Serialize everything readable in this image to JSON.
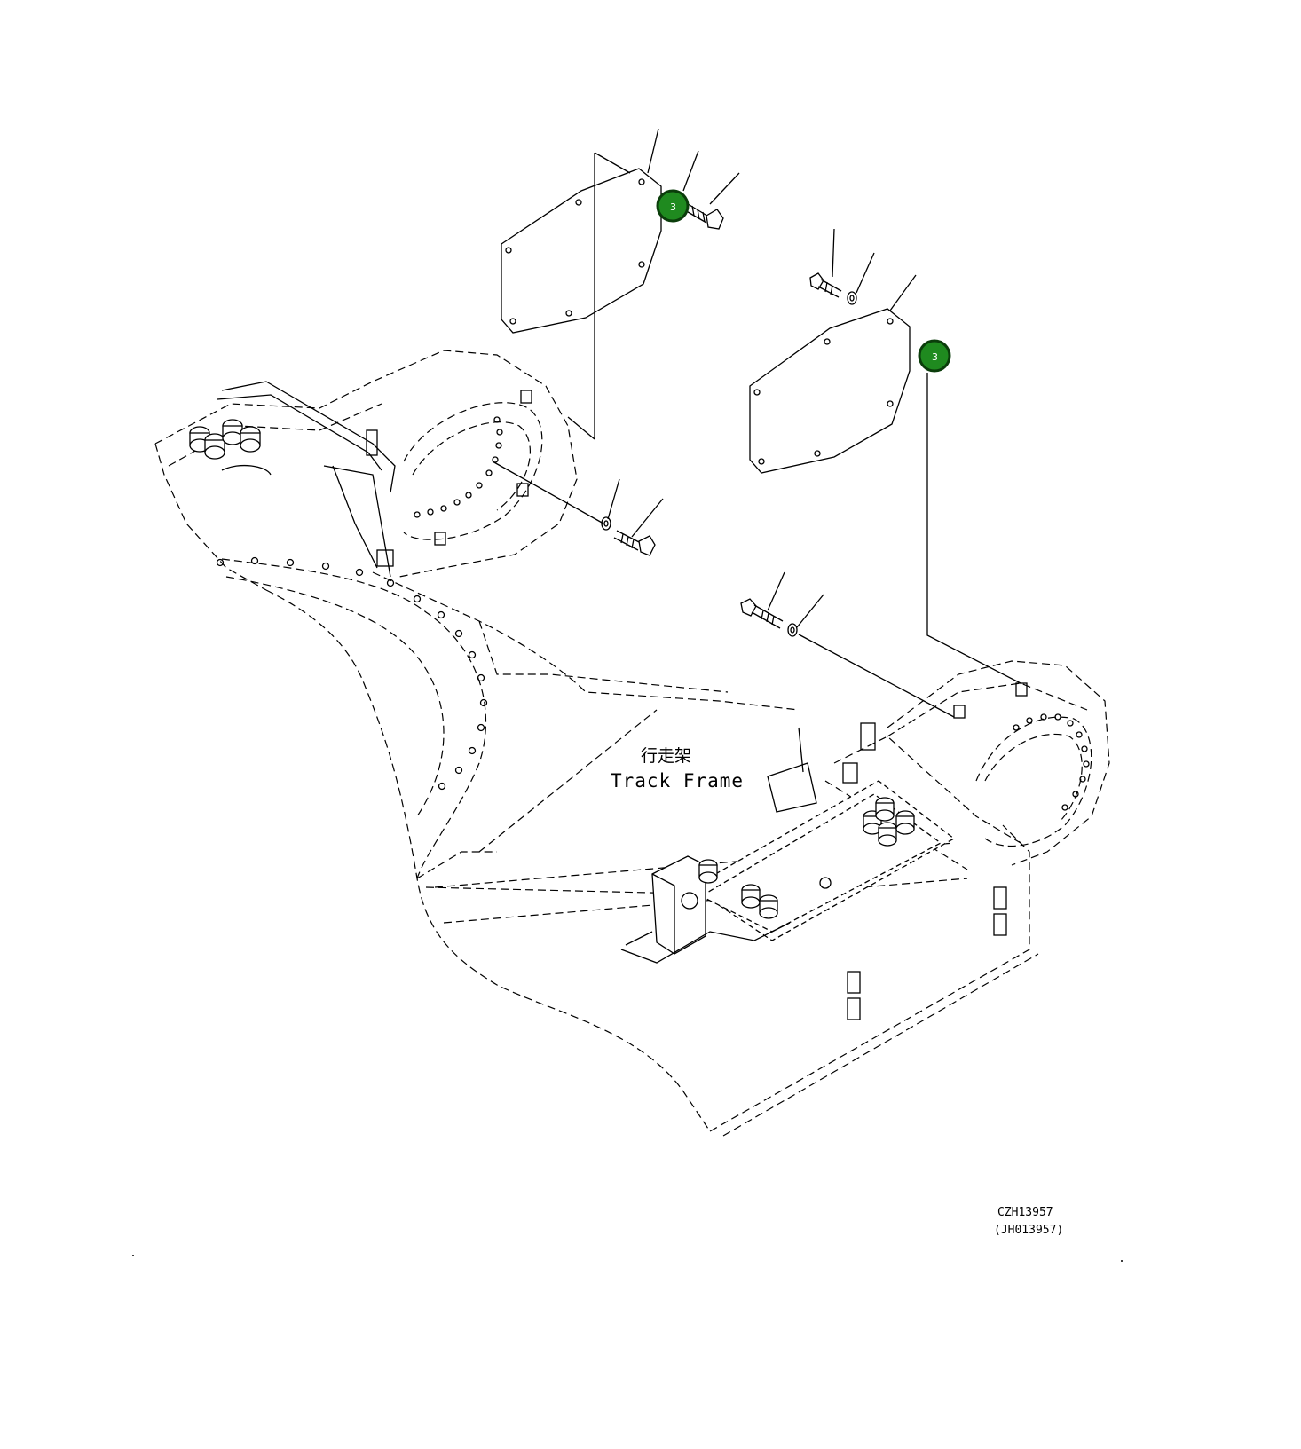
{
  "labels": {
    "name_cn": "行走架",
    "name_en": "Track Frame"
  },
  "callouts": [
    {
      "number": "3"
    },
    {
      "number": "3"
    }
  ],
  "drawing_codes": {
    "primary": "CZH13957",
    "secondary": "(JH013957)"
  },
  "colors": {
    "callout_fill": "#1f8a1f",
    "callout_border": "#0b3d0b",
    "line": "#000000"
  }
}
